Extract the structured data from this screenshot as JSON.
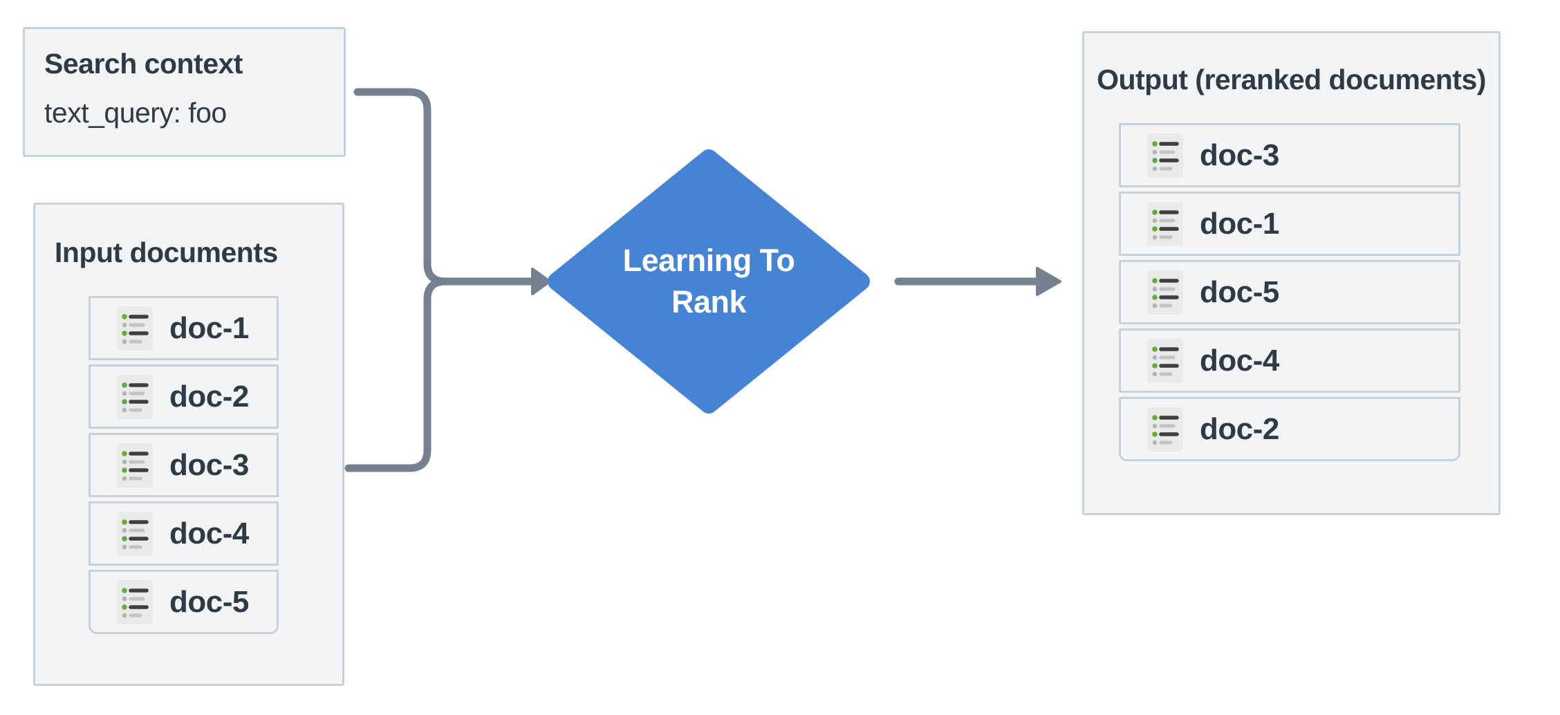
{
  "colors": {
    "box_bg": "#f2f4f5",
    "box_border": "#c7d1d9",
    "ink": "#2e3b47",
    "arrow": "#76818f",
    "diamond": "#4584d4",
    "diamond_text": "#ffffff",
    "icon_bg": "#eaeaea",
    "icon_green": "#68a83d",
    "icon_dot_gray": "#b3b3b3",
    "icon_line_dark": "#3f3f42",
    "icon_line_gray": "#c3c3c5"
  },
  "search_context": {
    "title": "Search context",
    "query": "text_query: foo"
  },
  "input_documents": {
    "title": "Input documents",
    "items": [
      "doc-1",
      "doc-2",
      "doc-3",
      "doc-4",
      "doc-5"
    ]
  },
  "process": {
    "line1": "Learning To",
    "line2": "Rank"
  },
  "output_documents": {
    "title": "Output (reranked documents)",
    "items": [
      "doc-3",
      "doc-1",
      "doc-5",
      "doc-4",
      "doc-2"
    ]
  }
}
